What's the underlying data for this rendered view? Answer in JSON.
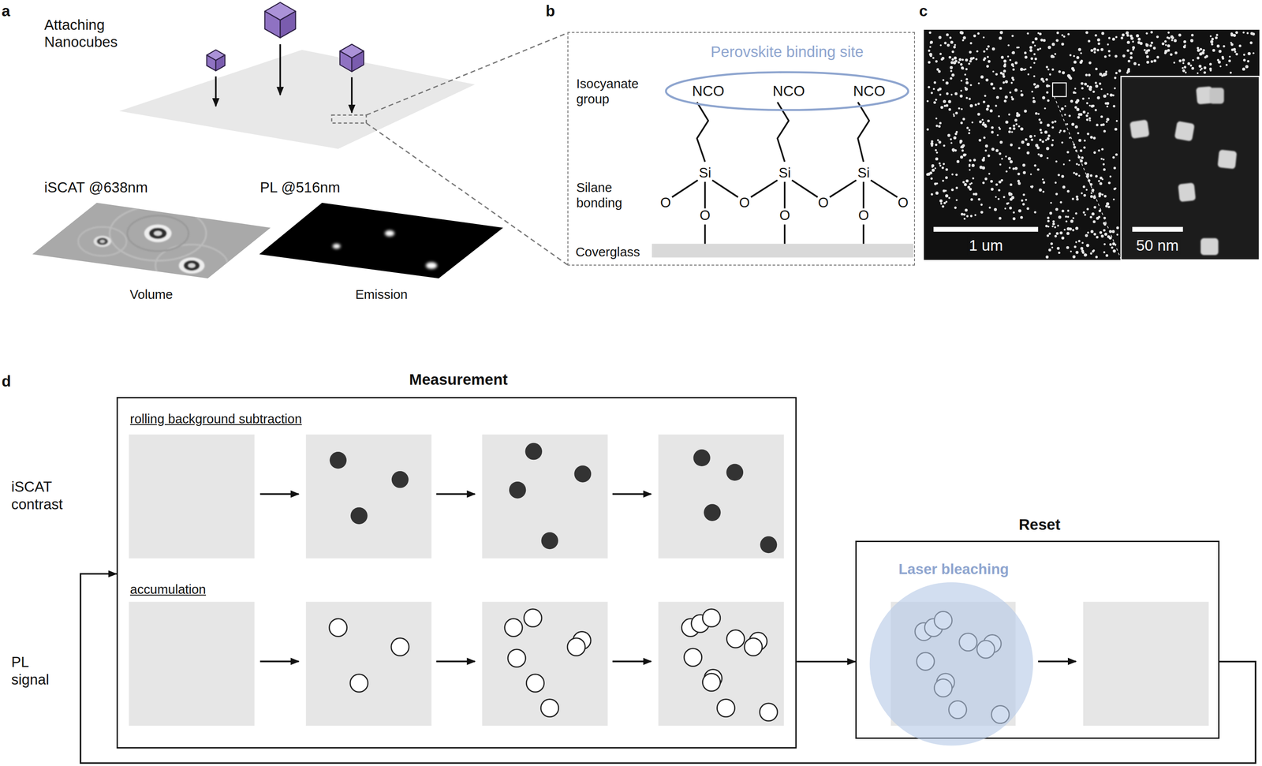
{
  "diagram": {
    "nodes": [
      {
        "text": [
          "Isocyanate group",
          "Silane bonding",
          "Coverglass"
        ]
      },
      {
        "text": [
          "Perovskite binding site"
        ],
        "in": 0
      },
      {
        "text": [
          "Measurement",
          "rolling background subtraction",
          "accumulation"
        ]
      },
      {
        "text": [
          "Reset"
        ]
      },
      {
        "text": [
          "Laser bleaching"
        ],
        "in": 3
      }
    ],
    "edges": [
      {
        "from": 2,
        "to": 3,
        "arrow": "to"
      },
      {
        "from": 3,
        "to": 2,
        "arrow": "to"
      }
    ],
    "labels": [
      "a",
      "Attaching Nanocubes",
      "iSCAT @638nm",
      "PL @516nm",
      "Volume",
      "Emission",
      "b",
      "NCO",
      "NCO",
      "NCO",
      "Si",
      "Si",
      "Si",
      "O",
      "O",
      "O",
      "O",
      "O",
      "O",
      "O",
      "c",
      "1 um",
      "50 nm",
      "d",
      "iSCAT contrast",
      "PL signal"
    ]
  }
}
